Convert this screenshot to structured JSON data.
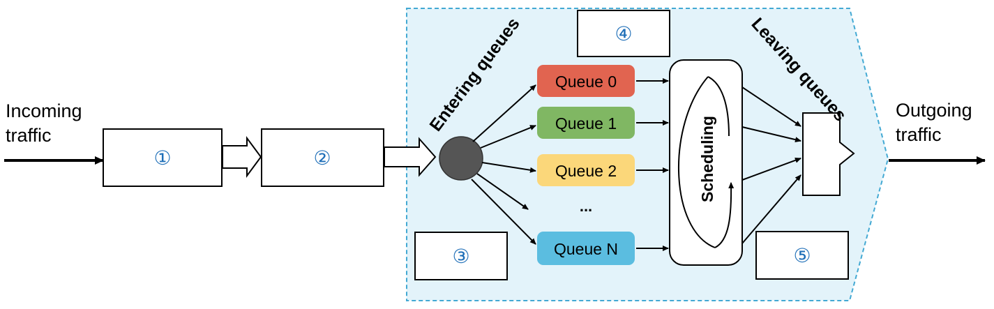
{
  "colors": {
    "panel_fill": "#e3f3fa",
    "panel_stroke": "#43a9d3",
    "number_text": "#1f6fb8",
    "classifier_dot": "#555555",
    "queue_0": "#e16450",
    "queue_1": "#80b763",
    "queue_2": "#fbd77a",
    "queue_n": "#5bbde0"
  },
  "labels": {
    "incoming_line1": "Incoming",
    "incoming_line2": "traffic",
    "outgoing_line1": "Outgoing",
    "outgoing_line2": "traffic",
    "entering_queues": "Entering queues",
    "leaving_queues": "Leaving queues",
    "scheduling": "Scheduling",
    "ellipsis": "..."
  },
  "steps": {
    "step1": "①",
    "step2": "②",
    "step3": "③",
    "step4": "④",
    "step5": "⑤"
  },
  "queues": [
    {
      "label": "Queue 0",
      "color": "#e16450"
    },
    {
      "label": "Queue 1",
      "color": "#80b763"
    },
    {
      "label": "Queue 2",
      "color": "#fbd77a"
    },
    {
      "label": "Queue N",
      "color": "#5bbde0"
    }
  ]
}
